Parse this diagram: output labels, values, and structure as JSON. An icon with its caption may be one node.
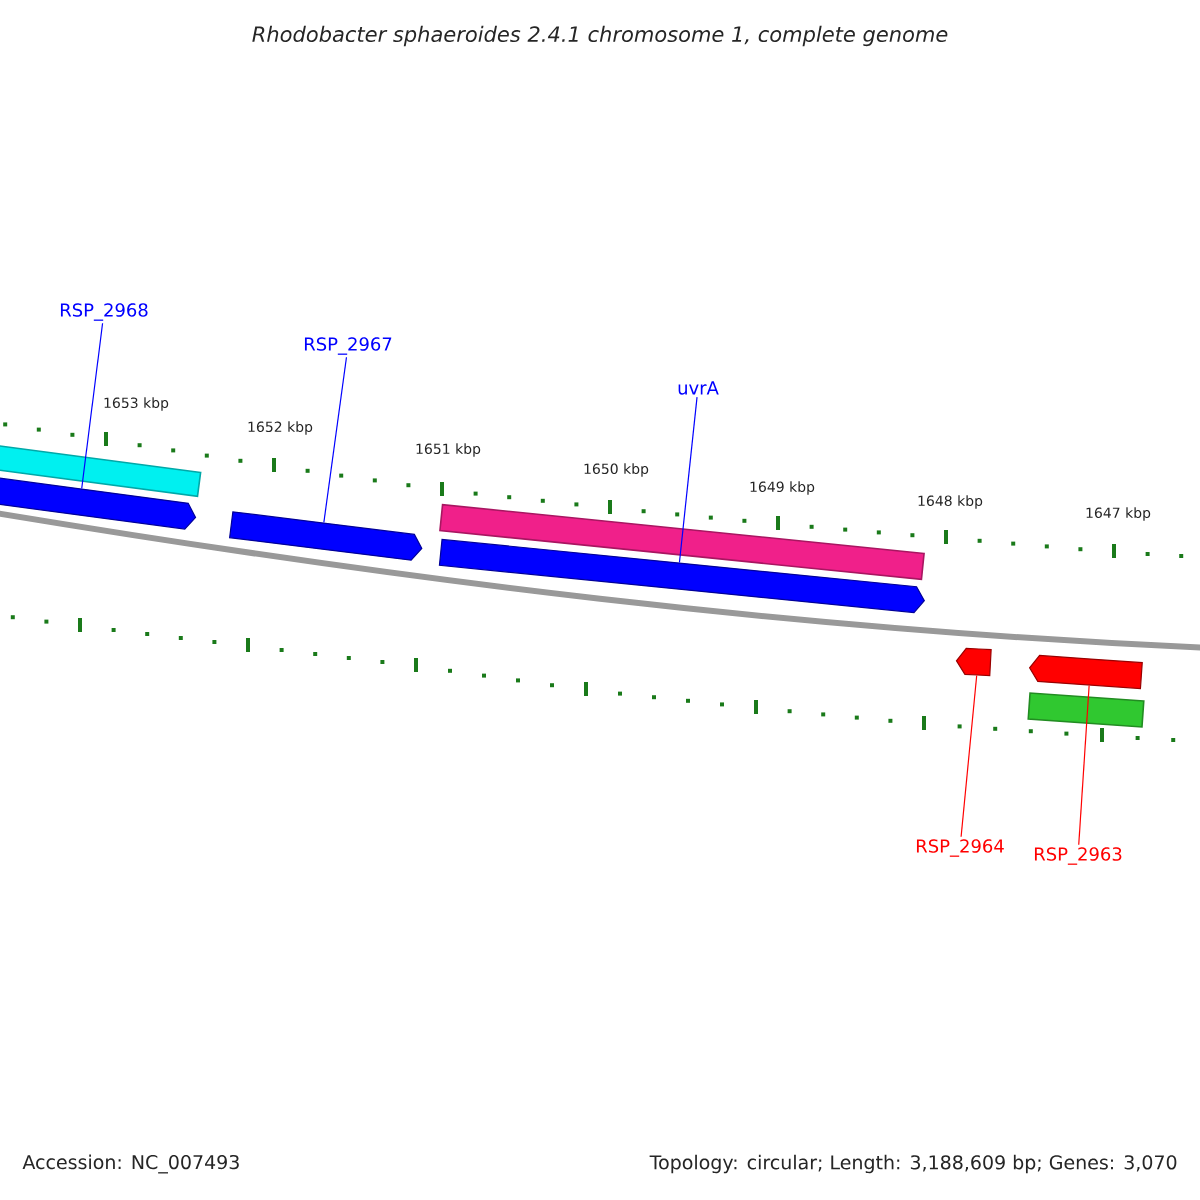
{
  "diagram": {
    "title": "*Rhodobacter sphaeroides* 2.4.1 chromosome 1, complete genome",
    "nodes": [
      {
        "text": [
          "RSP_2968"
        ]
      },
      {
        "text": [
          "RSP_2967"
        ]
      },
      {
        "text": [
          "uvrA"
        ]
      },
      {
        "text": [
          "RSP_2964"
        ]
      },
      {
        "text": [
          "RSP_2963"
        ]
      },
      {
        "text": [],
        "shape": "arrow"
      },
      {
        "text": [],
        "shape": "arrow"
      },
      {
        "text": [],
        "shape": "arrow"
      },
      {
        "text": [],
        "shape": "arrow"
      },
      {
        "text": [],
        "shape": "arrow"
      }
    ],
    "edges": [
      {
        "from": 0,
        "to": 5,
        "arrow": "none"
      },
      {
        "from": 1,
        "to": 6,
        "arrow": "none"
      },
      {
        "from": 2,
        "to": 7,
        "arrow": "none"
      },
      {
        "from": 3,
        "to": 8,
        "arrow": "none",
        "color": "#ff0000"
      },
      {
        "from": 4,
        "to": 9,
        "arrow": "none",
        "color": "#ff0000"
      }
    ],
    "labels": [
      "1653 kbp",
      "1652 kbp",
      "1651 kbp",
      "1650 kbp",
      "1649 kbp",
      "1648 kbp",
      "1647 kbp",
      "Accession: NC_007493",
      "Topology: circular; Length: 3,188,609 bp; Genes: 3,070"
    ]
  }
}
